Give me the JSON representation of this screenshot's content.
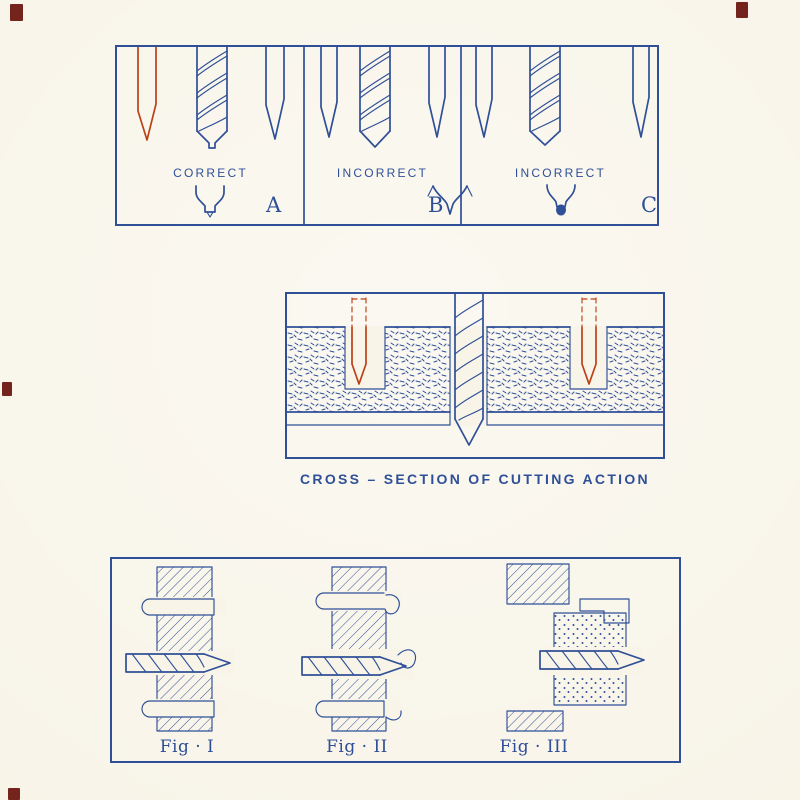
{
  "colors": {
    "paper": "#f8f4e8",
    "ink": "#2f4f97",
    "accent": "#bc4018",
    "mark": "#74231d"
  },
  "top_panel": {
    "panels": [
      {
        "label": "CORRECT",
        "letter": "A"
      },
      {
        "label": "INCORRECT",
        "letter": "B"
      },
      {
        "label": "INCORRECT",
        "letter": "C"
      }
    ]
  },
  "cross_section": {
    "caption": "CROSS – SECTION  OF  CUTTING  ACTION"
  },
  "figures": {
    "items": [
      {
        "label": "Fig · I"
      },
      {
        "label": "Fig · II"
      },
      {
        "label": "Fig · III"
      }
    ]
  },
  "icons": {
    "twist_drill": "twist-drill-icon",
    "blade": "spur-blade-icon",
    "registration": "registration-mark"
  }
}
